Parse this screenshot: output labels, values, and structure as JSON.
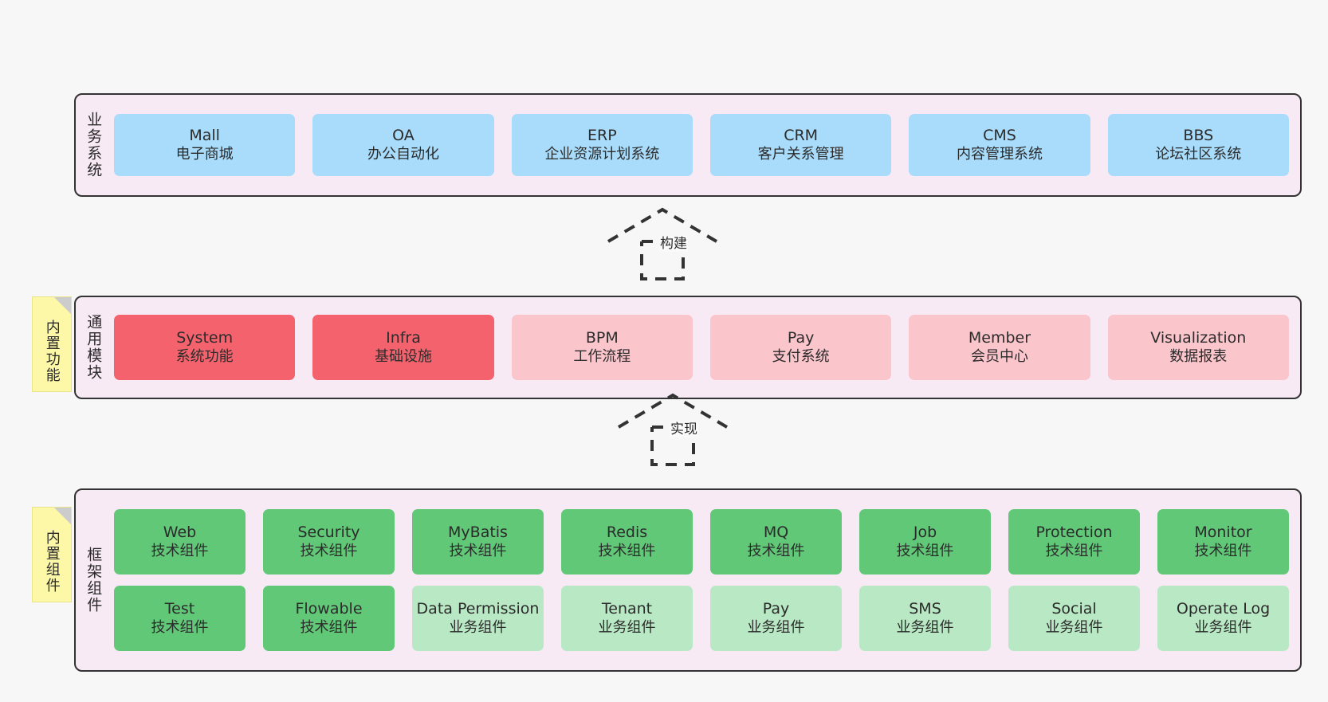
{
  "diagram": {
    "background_color": "#f7f7f7",
    "panel_fill": "#f8eaf4",
    "panel_border": "#333333"
  },
  "layers": {
    "business": {
      "title": "业务系统",
      "color": "#a9dcfb",
      "items": [
        {
          "name": "Mall",
          "desc": "电子商城"
        },
        {
          "name": "OA",
          "desc": "办公自动化"
        },
        {
          "name": "ERP",
          "desc": "企业资源计划系统"
        },
        {
          "name": "CRM",
          "desc": "客户关系管理"
        },
        {
          "name": "CMS",
          "desc": "内容管理系统"
        },
        {
          "name": "BBS",
          "desc": "论坛社区系统"
        }
      ]
    },
    "modules": {
      "title": "通用模块",
      "note": "内置功能",
      "colors": {
        "primary": "#f4636d",
        "secondary": "#fbc5cc"
      },
      "items": [
        {
          "name": "System",
          "desc": "系统功能",
          "color": "#f4636d"
        },
        {
          "name": "Infra",
          "desc": "基础设施",
          "color": "#f4636d"
        },
        {
          "name": "BPM",
          "desc": "工作流程",
          "color": "#fbc5cc"
        },
        {
          "name": "Pay",
          "desc": "支付系统",
          "color": "#fbc5cc"
        },
        {
          "name": "Member",
          "desc": "会员中心",
          "color": "#fbc5cc"
        },
        {
          "name": "Visualization",
          "desc": "数据报表",
          "color": "#fbc5cc"
        }
      ]
    },
    "framework": {
      "title": "框架组件",
      "note": "内置组件",
      "colors": {
        "tech": "#61c878",
        "business": "#b9e8c4"
      },
      "row1": [
        {
          "name": "Web",
          "desc": "技术组件",
          "color": "#61c878"
        },
        {
          "name": "Security",
          "desc": "技术组件",
          "color": "#61c878"
        },
        {
          "name": "MyBatis",
          "desc": "技术组件",
          "color": "#61c878"
        },
        {
          "name": "Redis",
          "desc": "技术组件",
          "color": "#61c878"
        },
        {
          "name": "MQ",
          "desc": "技术组件",
          "color": "#61c878"
        },
        {
          "name": "Job",
          "desc": "技术组件",
          "color": "#61c878"
        },
        {
          "name": "Protection",
          "desc": "技术组件",
          "color": "#61c878"
        },
        {
          "name": "Monitor",
          "desc": "技术组件",
          "color": "#61c878"
        }
      ],
      "row2": [
        {
          "name": "Test",
          "desc": "技术组件",
          "color": "#61c878"
        },
        {
          "name": "Flowable",
          "desc": "技术组件",
          "color": "#61c878"
        },
        {
          "name": "Data Permission",
          "desc": "业务组件",
          "color": "#b9e8c4"
        },
        {
          "name": "Tenant",
          "desc": "业务组件",
          "color": "#b9e8c4"
        },
        {
          "name": "Pay",
          "desc": "业务组件",
          "color": "#b9e8c4"
        },
        {
          "name": "SMS",
          "desc": "业务组件",
          "color": "#b9e8c4"
        },
        {
          "name": "Social",
          "desc": "业务组件",
          "color": "#b9e8c4"
        },
        {
          "name": "Operate Log",
          "desc": "业务组件",
          "color": "#b9e8c4"
        }
      ]
    }
  },
  "connectors": [
    {
      "id": "build",
      "label": "构建",
      "style": "dashed-generalization",
      "direction": "up"
    },
    {
      "id": "implement",
      "label": "实现",
      "style": "dashed-generalization",
      "direction": "up"
    }
  ]
}
